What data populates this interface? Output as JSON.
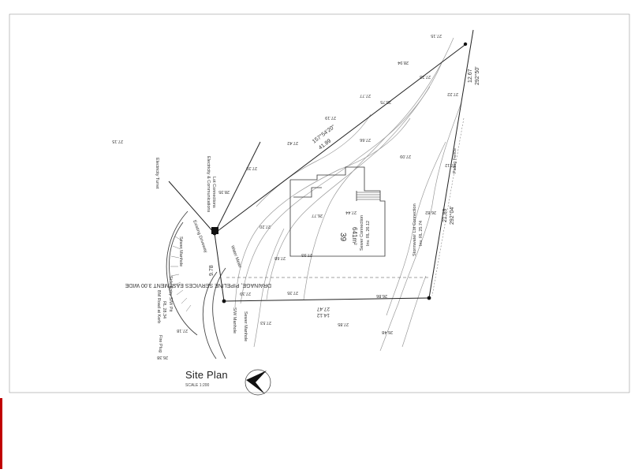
{
  "title_block": {
    "title": "Site Plan",
    "scale": "SCALE 1:200"
  },
  "lot": {
    "number": "39",
    "area": "641m²"
  },
  "boundaries": {
    "north_bearing": "157°54'20\"",
    "north_length": "41.89",
    "ne_length": "12.67",
    "ne_bearing": "292°50'",
    "east_length": "21.89",
    "east_bearing": "292°04'",
    "south_length_a": "27.47",
    "south_length_b": "14.12",
    "west_length": "9.78"
  },
  "easement": "DRAINAGE, PIPELINE SERVICES EASEMENT 3.00 WIDE",
  "labels": {
    "electricity_turret": "Electricity Turret",
    "electricity_comms": "Electricity & Communications",
    "lot_connections": "Lot Connections",
    "existing_driveway": "Existing Driveway",
    "water_meter": "Water Meter",
    "sewer_manhole": "Sewer Manhole",
    "side_entry_sw_pit": "Side Entry S/W Pit",
    "bm_road_kerb": "BM Road at Kerb",
    "bm_level": "RL 28.34",
    "fire_plug": "Fire Plug",
    "sw_manhole": "S/W Manhole",
    "sewer_manhole_2": "Sewer Manhole",
    "sewer_connection": "Sewer Connection",
    "sewer_level": "Inv. RL 26.12",
    "stormwater_connection": "Stormwater Lot Connection",
    "stormwater_level": "Inv. RL 25.74",
    "paling_fence": "Paling Fence"
  },
  "spot_levels": [
    "27.15",
    "28.94",
    "27.23",
    "27.77",
    "28.75",
    "27.19",
    "27.22",
    "27.42",
    "27.66",
    "27.09",
    "27.15",
    "27.39",
    "27.12",
    "28.35",
    "26.77",
    "27.44",
    "26.82",
    "27.20",
    "27.68",
    "27.93",
    "27.39",
    "27.35",
    "26.86",
    "27.53",
    "27.85",
    "26.48",
    "27.18",
    "26.38"
  ]
}
